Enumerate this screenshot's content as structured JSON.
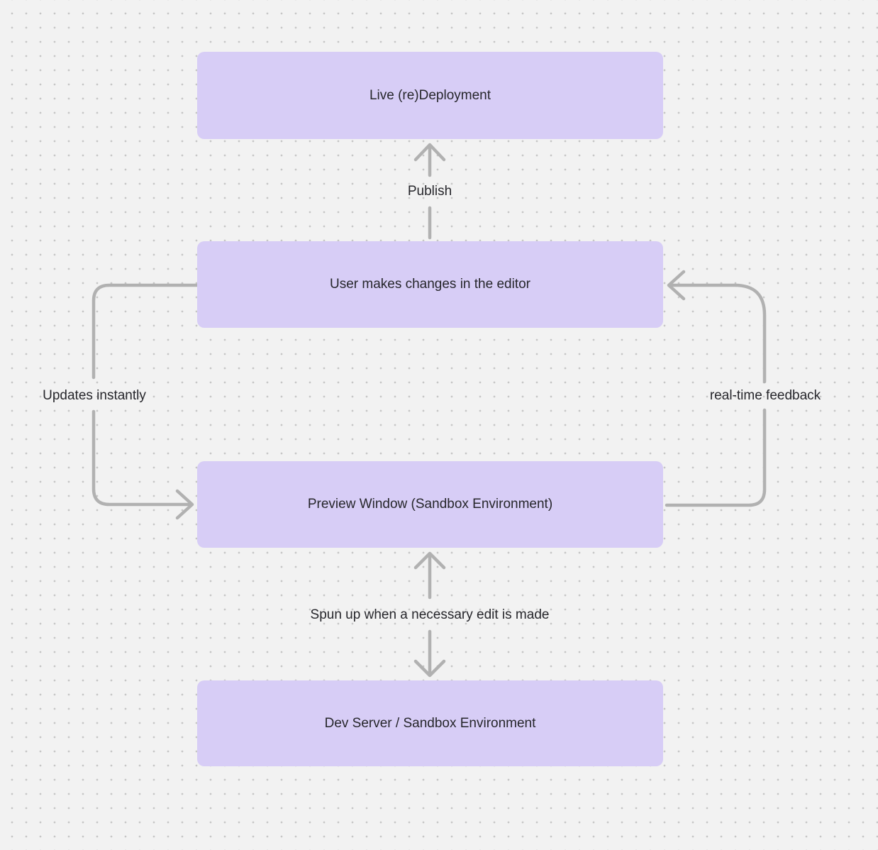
{
  "diagram": {
    "nodes": {
      "live_deployment": "Live (re)Deployment",
      "user_changes": "User makes changes in the editor",
      "preview_window": "Preview Window (Sandbox Environment)",
      "dev_server": "Dev Server / Sandbox Environment"
    },
    "edge_labels": {
      "publish": "Publish",
      "updates_instantly": "Updates instantly",
      "realtime_feedback": "real-time feedback",
      "spun_up": "Spun up when a necessary edit is made"
    },
    "colors": {
      "background": "#f2f2f2",
      "grid_dot": "#c6c6c6",
      "node_fill": "#d7cdf6",
      "arrow": "#b1b1b1",
      "text": "#26262b"
    }
  }
}
